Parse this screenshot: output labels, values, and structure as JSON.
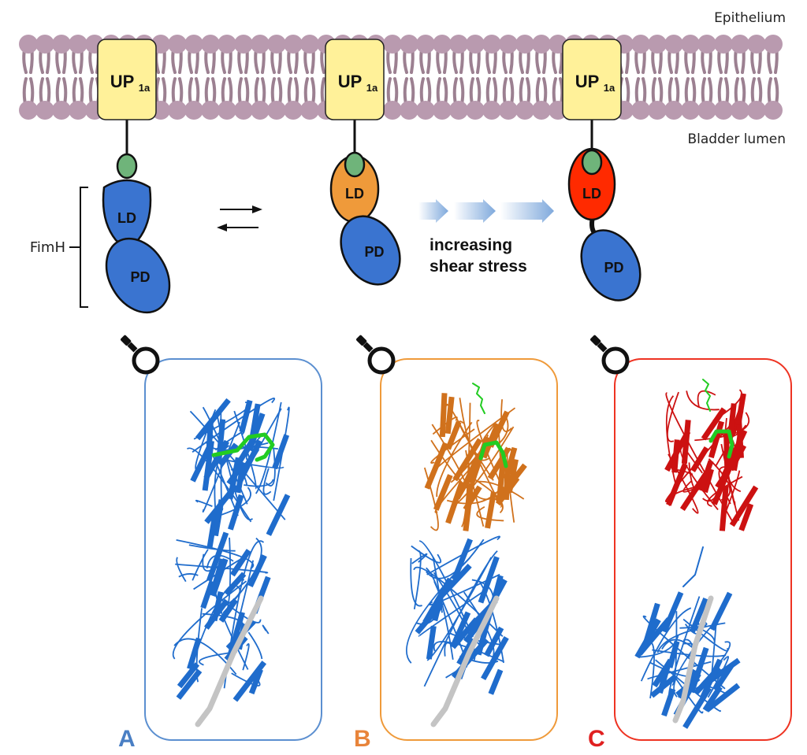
{
  "labels": {
    "epithelium": "Epithelium",
    "bladder_lumen": "Bladder lumen",
    "fimh": "FimH",
    "shear": [
      "increasing",
      "shear stress"
    ]
  },
  "receptor": {
    "name": "UP",
    "subscript": "1a"
  },
  "states": [
    {
      "id": "A",
      "ld_label": "LD",
      "pd_label": "PD",
      "ld_color": "#3a74d0",
      "panel_color": "#5b8fd0",
      "panel_label": "A",
      "label_color": "#4a7fc4",
      "ld_ribbon_color": "#1f6ccc"
    },
    {
      "id": "B",
      "ld_label": "LD",
      "pd_label": "PD",
      "ld_color": "#ef9a3a",
      "panel_color": "#ef9a3a",
      "panel_label": "B",
      "label_color": "#e8843a",
      "ld_ribbon_color": "#d0711c"
    },
    {
      "id": "C",
      "ld_label": "LD",
      "pd_label": "PD",
      "ld_color": "#ff2a00",
      "panel_color": "#ee3322",
      "panel_label": "C",
      "label_color": "#e02020",
      "ld_ribbon_color": "#cc1111"
    }
  ],
  "colors": {
    "membrane_head": "#b99aaf",
    "membrane_tail": "#9c8091",
    "receptor_fill": "#fff199",
    "ligand": "#6fb47a",
    "pd": "#3a74d0",
    "pd_ribbon": "#1f6ccc",
    "loop": "#22cc22",
    "strand_gray": "#c4c4c4",
    "shear_arrow": "#7fa9dc"
  }
}
